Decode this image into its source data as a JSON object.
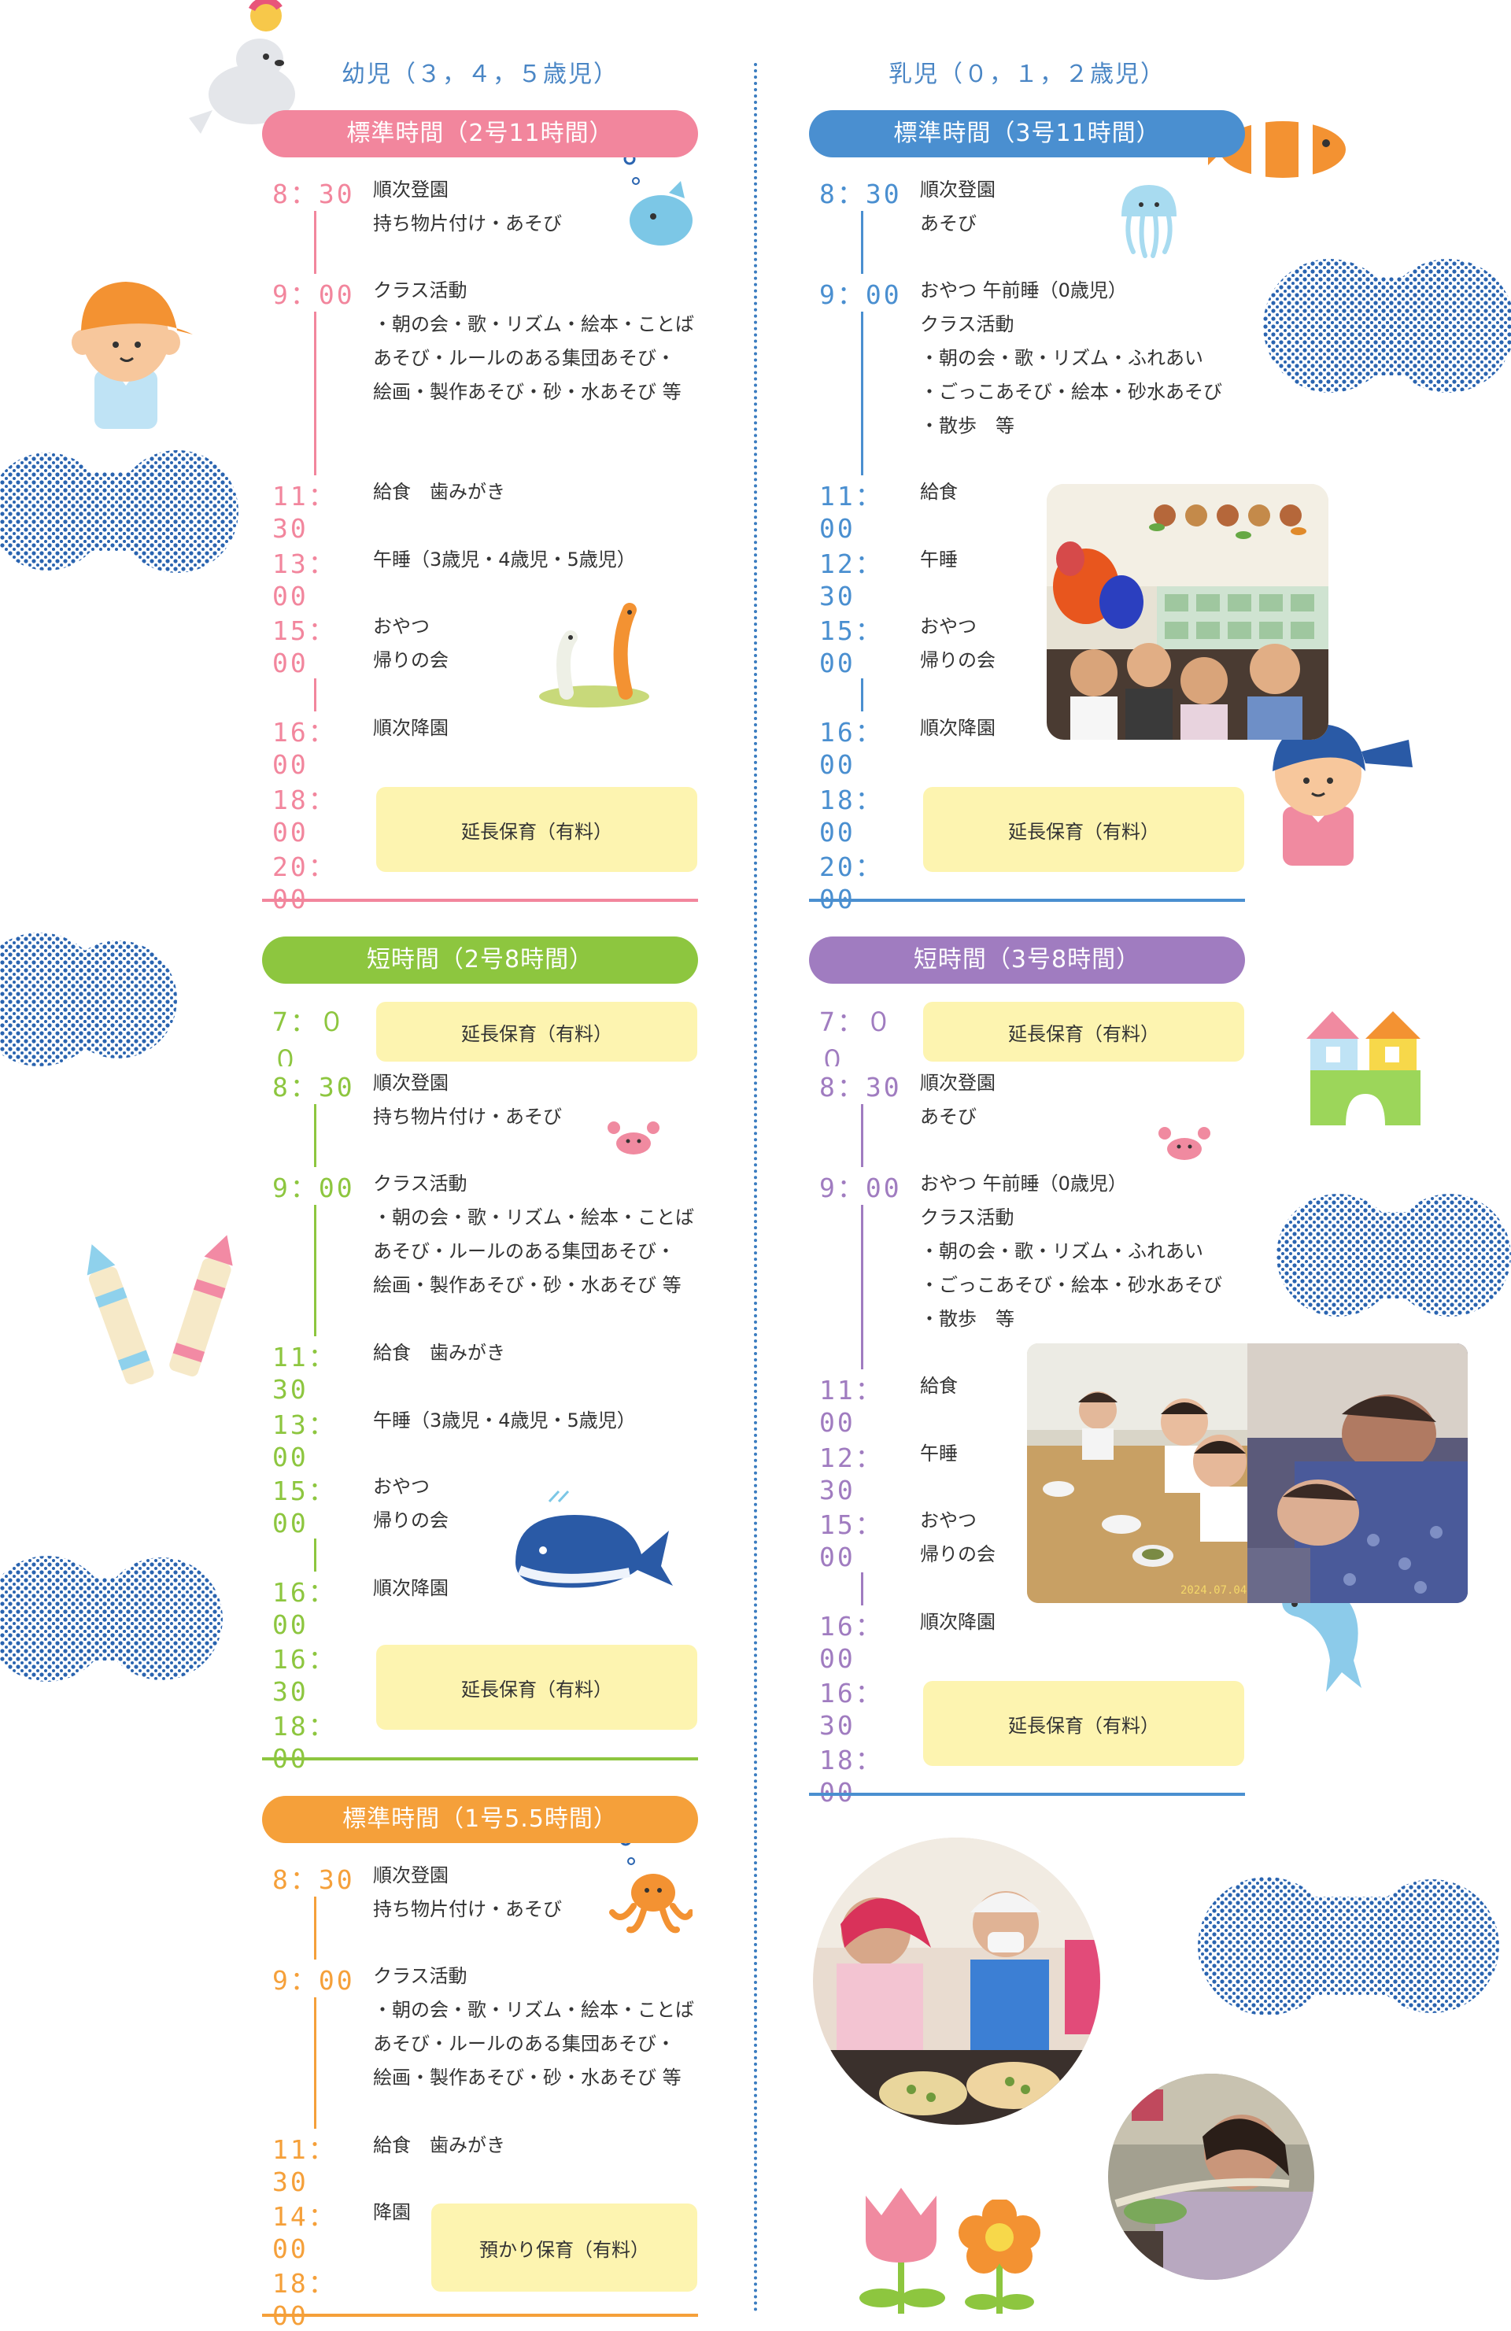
{
  "columns": {
    "left_title": "幼児（３，４，５歳児）",
    "right_title": "乳児（０，１，２歳児）"
  },
  "sections": {
    "y_std": {
      "title": "標準時間（2号11時間）",
      "color": "#f2869d",
      "rows": [
        {
          "time": "8：30",
          "lines": [
            "順次登園",
            "持ち物片付け・あそび"
          ]
        },
        {
          "time": "9：00",
          "lines": [
            "クラス活動",
            "・朝の会・歌・リズム・絵本・ことば",
            "あそび・ルールのある集団あそび・",
            "絵画・製作あそび・砂・水あそび 等"
          ]
        },
        {
          "time": "11：30",
          "lines": [
            "給食　歯みがき"
          ]
        },
        {
          "time": "13：00",
          "lines": [
            "午睡（3歳児・4歳児・5歳児）"
          ]
        },
        {
          "time": "15：00",
          "lines": [
            "おやつ",
            "帰りの会"
          ]
        },
        {
          "time": "16：00",
          "lines": [
            "順次降園"
          ]
        },
        {
          "time": "18：00",
          "lines": []
        },
        {
          "time": "20：00",
          "lines": []
        }
      ],
      "extension": "延長保育（有料）"
    },
    "y_short": {
      "title": "短時間（2号8時間）",
      "color": "#8dc63f",
      "rows": [
        {
          "time": "7：００",
          "lines": []
        },
        {
          "time": "8：30",
          "lines": [
            "順次登園",
            "持ち物片付け・あそび"
          ]
        },
        {
          "time": "9：00",
          "lines": [
            "クラス活動",
            "・朝の会・歌・リズム・絵本・ことば",
            "あそび・ルールのある集団あそび・",
            "絵画・製作あそび・砂・水あそび 等"
          ]
        },
        {
          "time": "11：30",
          "lines": [
            "給食　歯みがき"
          ]
        },
        {
          "time": "13：00",
          "lines": [
            "午睡（3歳児・4歳児・5歳児）"
          ]
        },
        {
          "time": "15：00",
          "lines": [
            "おやつ",
            "帰りの会"
          ]
        },
        {
          "time": "16：00",
          "lines": [
            "順次降園"
          ]
        },
        {
          "time": "16：30",
          "lines": []
        },
        {
          "time": "18：00",
          "lines": []
        }
      ],
      "extension_morning": "延長保育（有料）",
      "extension_evening": "延長保育（有料）"
    },
    "y_1go": {
      "title": "標準時間（1号5.5時間）",
      "color": "#f5a03a",
      "rows": [
        {
          "time": "8：30",
          "lines": [
            "順次登園",
            "持ち物片付け・あそび"
          ]
        },
        {
          "time": "9：00",
          "lines": [
            "クラス活動",
            "・朝の会・歌・リズム・絵本・ことば",
            "あそび・ルールのある集団あそび・",
            "絵画・製作あそび・砂・水あそび 等"
          ]
        },
        {
          "time": "11：30",
          "lines": [
            "給食　歯みがき"
          ]
        },
        {
          "time": "14：00",
          "lines": [
            "降園"
          ]
        },
        {
          "time": "18：00",
          "lines": []
        }
      ],
      "extension": "預かり保育（有料）"
    },
    "n_std": {
      "title": "標準時間（3号11時間）",
      "color": "#4a8fd0",
      "rows": [
        {
          "time": "8：30",
          "lines": [
            "順次登園",
            "あそび"
          ]
        },
        {
          "time": "9：00",
          "lines": [
            "おやつ  午前睡（0歳児）",
            "クラス活動",
            "・朝の会・歌・リズム・ふれあい",
            "・ごっこあそび・絵本・砂水あそび",
            "・散歩　等"
          ]
        },
        {
          "time": "11：00",
          "lines": [
            "給食"
          ]
        },
        {
          "time": "12：30",
          "lines": [
            "午睡"
          ]
        },
        {
          "time": "15：00",
          "lines": [
            "おやつ",
            "帰りの会"
          ]
        },
        {
          "time": "16：00",
          "lines": [
            "順次降園"
          ]
        },
        {
          "time": "18：00",
          "lines": []
        },
        {
          "time": "20：00",
          "lines": []
        }
      ],
      "extension": "延長保育（有料）"
    },
    "n_short": {
      "title": "短時間（3号8時間）",
      "color": "#a07cc0",
      "rows": [
        {
          "time": "7：００",
          "lines": []
        },
        {
          "time": "8：30",
          "lines": [
            "順次登園",
            "あそび"
          ]
        },
        {
          "time": "9：00",
          "lines": [
            "おやつ  午前睡（0歳児）",
            "クラス活動",
            "・朝の会・歌・リズム・ふれあい",
            "・ごっこあそび・絵本・砂水あそび",
            "・散歩　等"
          ]
        },
        {
          "time": "11：00",
          "lines": [
            "給食"
          ]
        },
        {
          "time": "12：30",
          "lines": [
            "午睡"
          ]
        },
        {
          "time": "15：00",
          "lines": [
            "おやつ",
            "帰りの会"
          ]
        },
        {
          "time": "16：00",
          "lines": [
            "順次降園"
          ]
        },
        {
          "time": "16：30",
          "lines": []
        },
        {
          "time": "18：00",
          "lines": []
        }
      ],
      "extension_morning": "延長保育（有料）",
      "extension_evening": "延長保育（有料）"
    }
  },
  "photo_stamp": "2024.07.04"
}
